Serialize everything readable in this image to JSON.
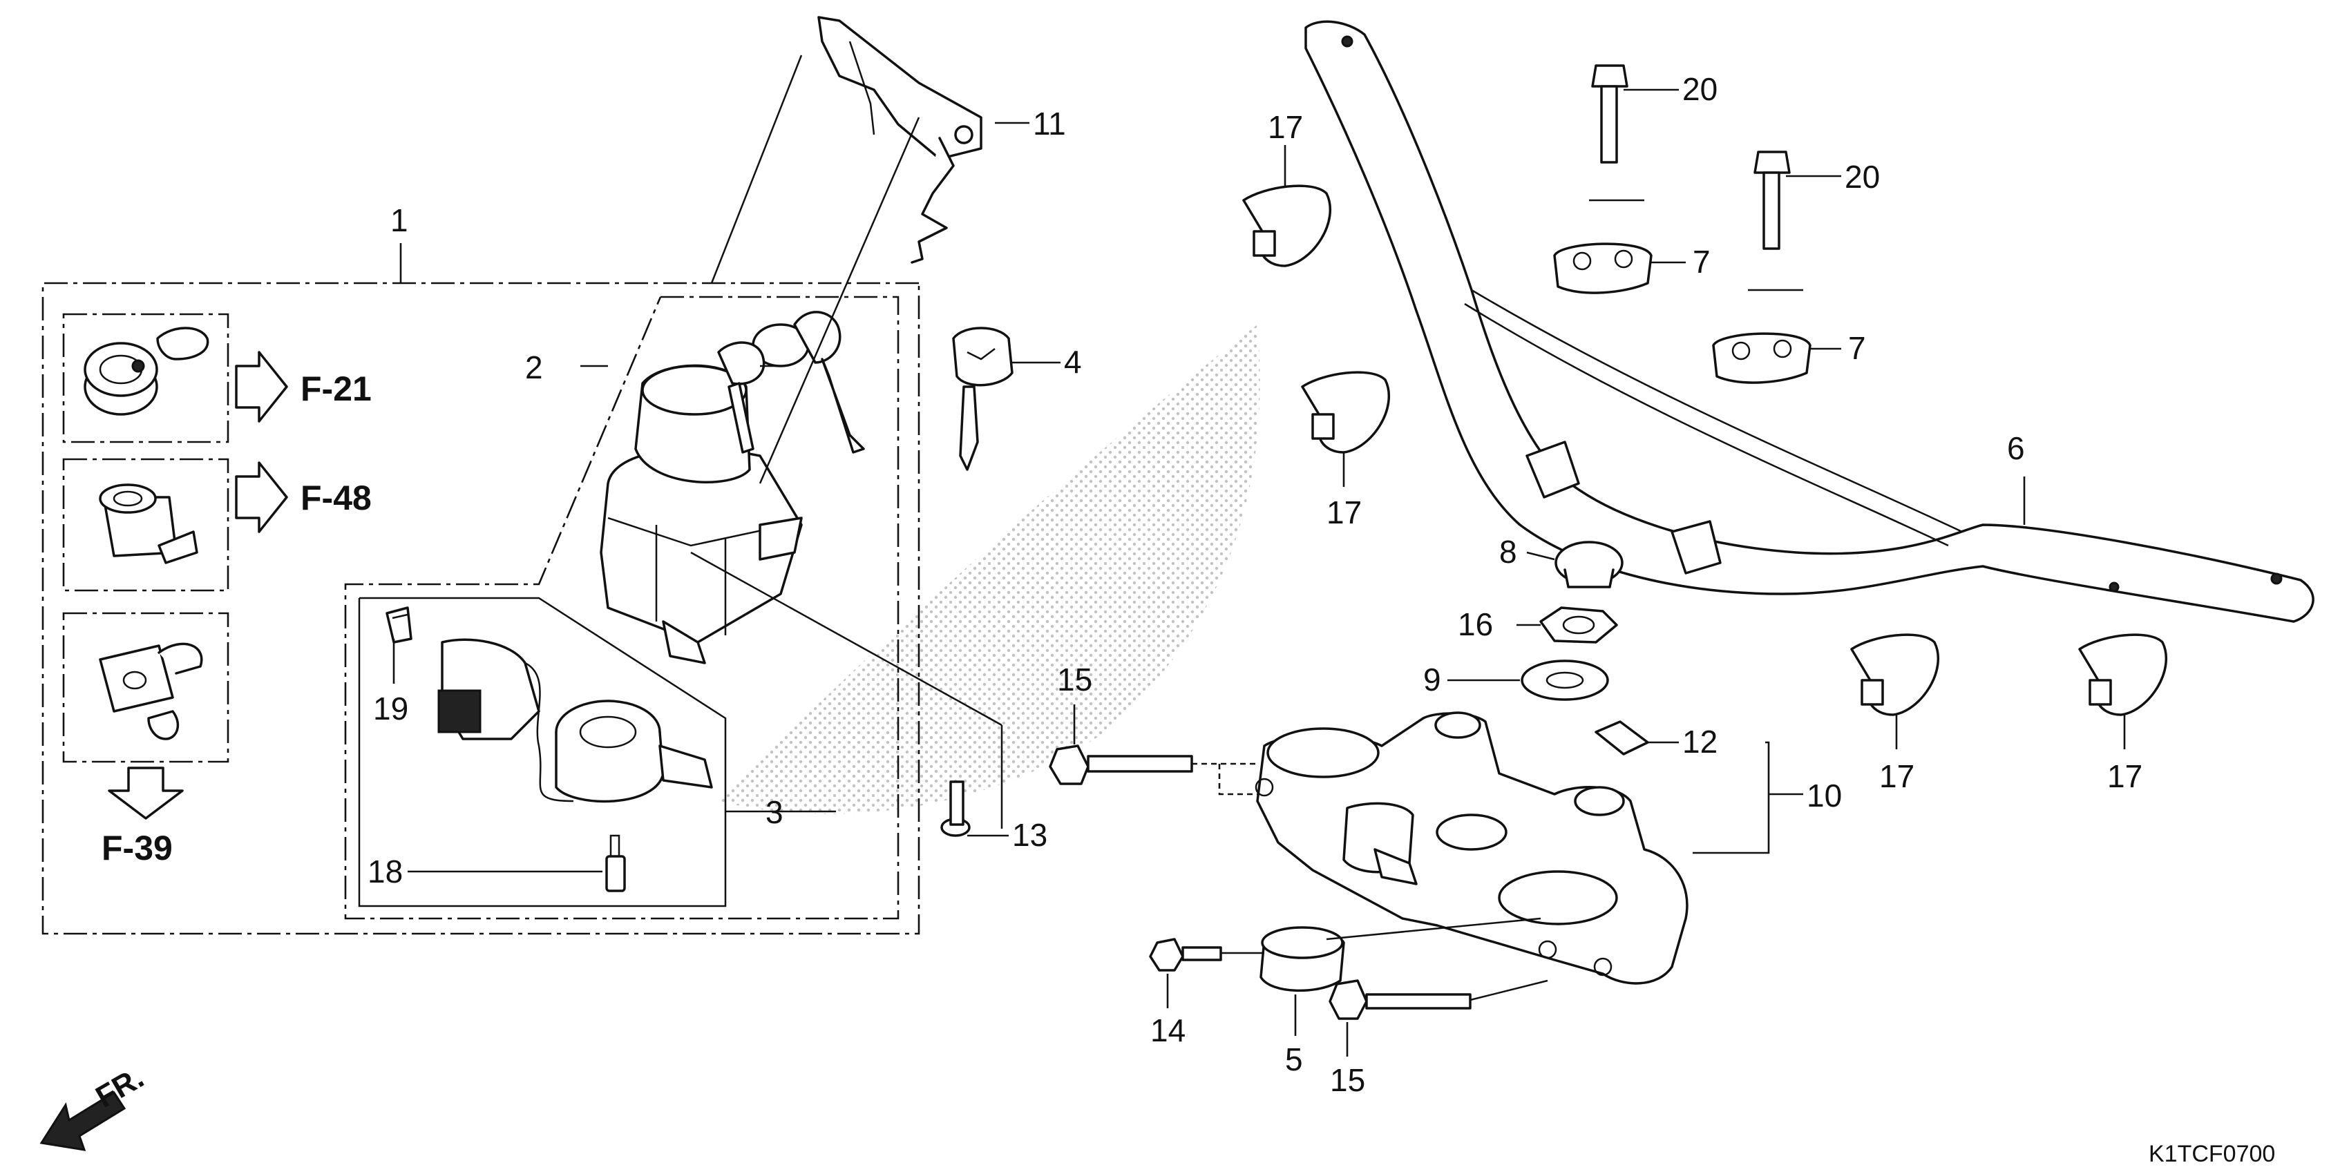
{
  "callouts": {
    "c1": "1",
    "c2": "2",
    "c3": "3",
    "c4": "4",
    "c5": "5",
    "c6": "6",
    "c7a": "7",
    "c7b": "7",
    "c8": "8",
    "c9": "9",
    "c10": "10",
    "c11": "11",
    "c12": "12",
    "c13": "13",
    "c14": "14",
    "c15a": "15",
    "c15b": "15",
    "c16": "16",
    "c17a": "17",
    "c17b": "17",
    "c17c": "17",
    "c17d": "17",
    "c18": "18",
    "c19": "19",
    "c20a": "20",
    "c20b": "20"
  },
  "references": {
    "fuel_cap": "F-21",
    "seat_lock": "F-48",
    "helmet_holder": "F-39"
  },
  "diagram_code": "K1TCF0700",
  "direction_label": "FR.",
  "colors": {
    "line": "#111111",
    "background": "#ffffff"
  }
}
